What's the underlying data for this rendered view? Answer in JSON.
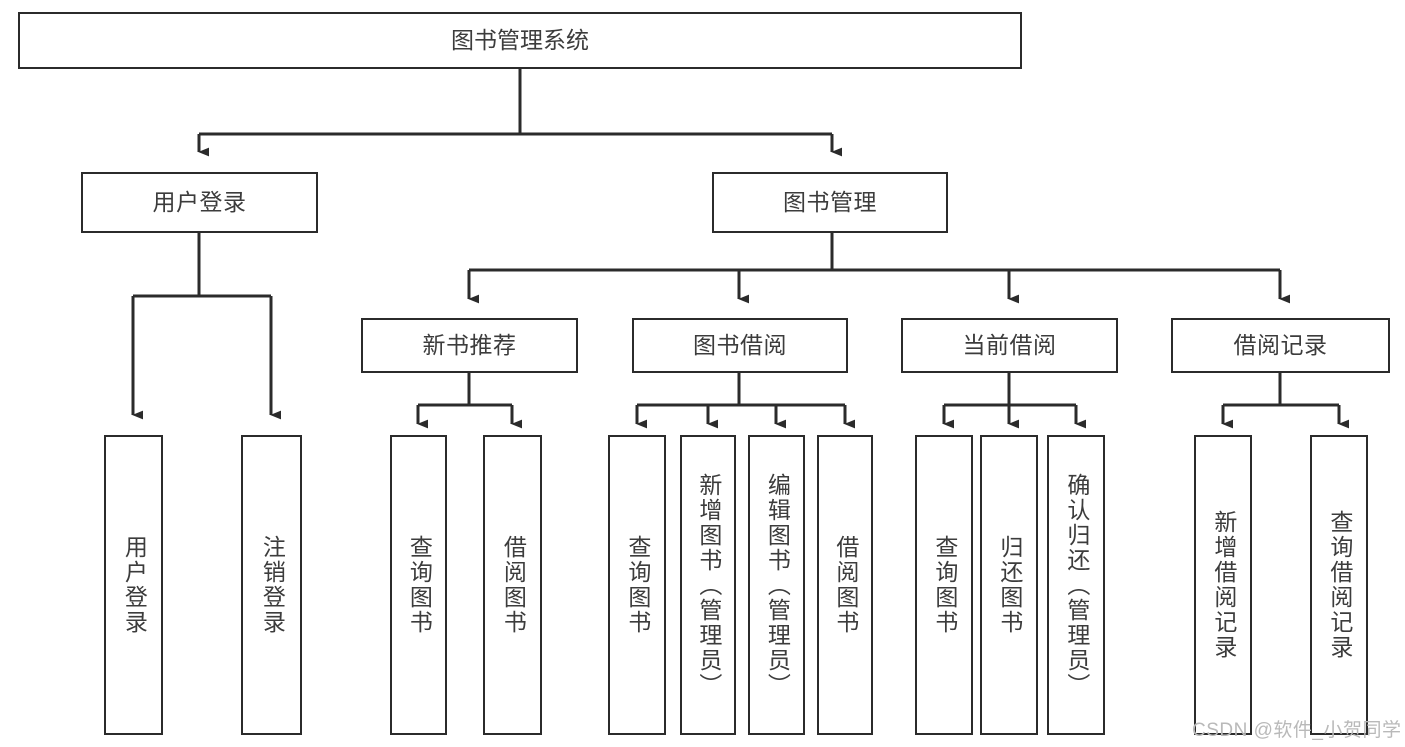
{
  "diagram": {
    "title": "图书管理系统",
    "type": "hierarchy-tree",
    "orientation": "top-down",
    "colors": {
      "stroke": "#2b2b2b",
      "fill": "#ffffff",
      "text": "#3c3c3c",
      "watermark": "#b9b9b9"
    },
    "levels": {
      "root": {
        "label": "图书管理系统"
      },
      "level2": [
        {
          "label": "用户登录"
        },
        {
          "label": "图书管理"
        }
      ],
      "level3": [
        {
          "label": "新书推荐"
        },
        {
          "label": "图书借阅"
        },
        {
          "label": "当前借阅"
        },
        {
          "label": "借阅记录"
        }
      ],
      "leaves": {
        "user_login": [
          {
            "label": "用户登录"
          },
          {
            "label": "注销登录"
          }
        ],
        "new_book_recommend": [
          {
            "label": "查询图书"
          },
          {
            "label": "借阅图书"
          }
        ],
        "book_borrow": [
          {
            "label": "查询图书"
          },
          {
            "label": "新增图书（管理员）"
          },
          {
            "label": "编辑图书（管理员）"
          },
          {
            "label": "借阅图书"
          }
        ],
        "current_borrow": [
          {
            "label": "查询图书"
          },
          {
            "label": "归还图书"
          },
          {
            "label": "确认归还（管理员）"
          }
        ],
        "borrow_record": [
          {
            "label": "新增借阅记录"
          },
          {
            "label": "查询借阅记录"
          }
        ]
      }
    }
  },
  "watermark": {
    "text": "CSDN @软件_小贺同学"
  }
}
